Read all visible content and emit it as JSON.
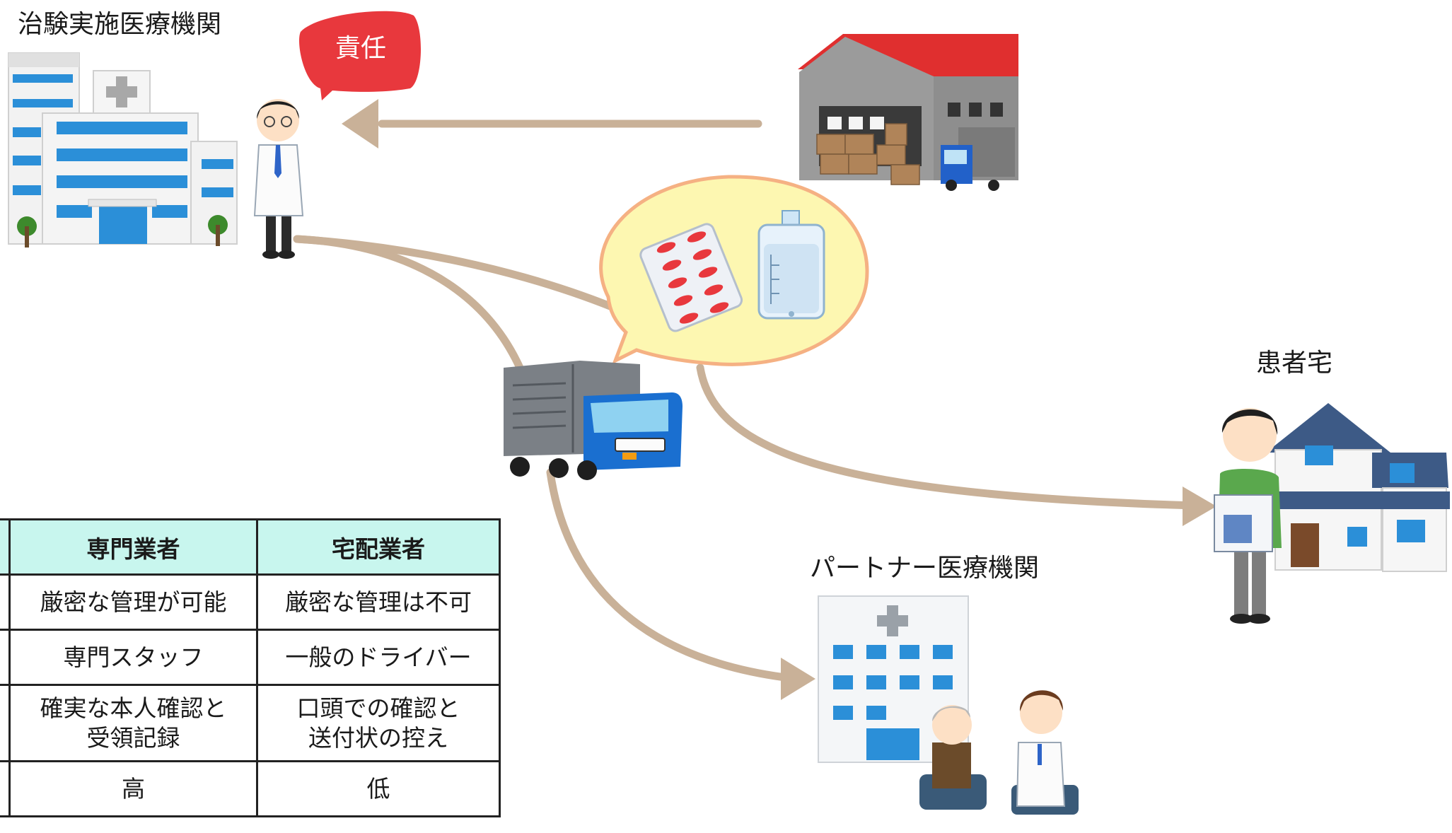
{
  "labels": {
    "hospital": "治験実施医療機関",
    "speech": "責任",
    "patient_home": "患者宅",
    "partner": "パートナー医療機関"
  },
  "table": {
    "headers": [
      "専門業者",
      "宅配業者"
    ],
    "rows": [
      {
        "a": [
          "厳密な管理が可能"
        ],
        "b": [
          "厳密な管理は不可"
        ]
      },
      {
        "a": [
          "専門スタッフ"
        ],
        "b": [
          "一般のドライバー"
        ]
      },
      {
        "a": [
          "確実な本人確認と",
          "受領記録"
        ],
        "b": [
          "口頭での確認と",
          "送付状の控え"
        ]
      },
      {
        "a": [
          "高"
        ],
        "b": [
          "低"
        ]
      }
    ]
  },
  "colors": {
    "arrow": "#c9b198",
    "speech_red": "#e8383d",
    "bubble_yellow": "#fdf7b1",
    "bubble_border": "#f5b183",
    "header_bg": "#c8f6ee",
    "hospital_blue": "#1e90d8",
    "truck_blue": "#1a6fd0"
  },
  "icons": [
    "hospital-icon",
    "doctor-icon",
    "warehouse-icon",
    "truck-icon",
    "pill-pack-icon",
    "iv-bag-icon",
    "patient-icon",
    "house-icon",
    "partner-clinic-icon",
    "elderly-patient-icon"
  ]
}
